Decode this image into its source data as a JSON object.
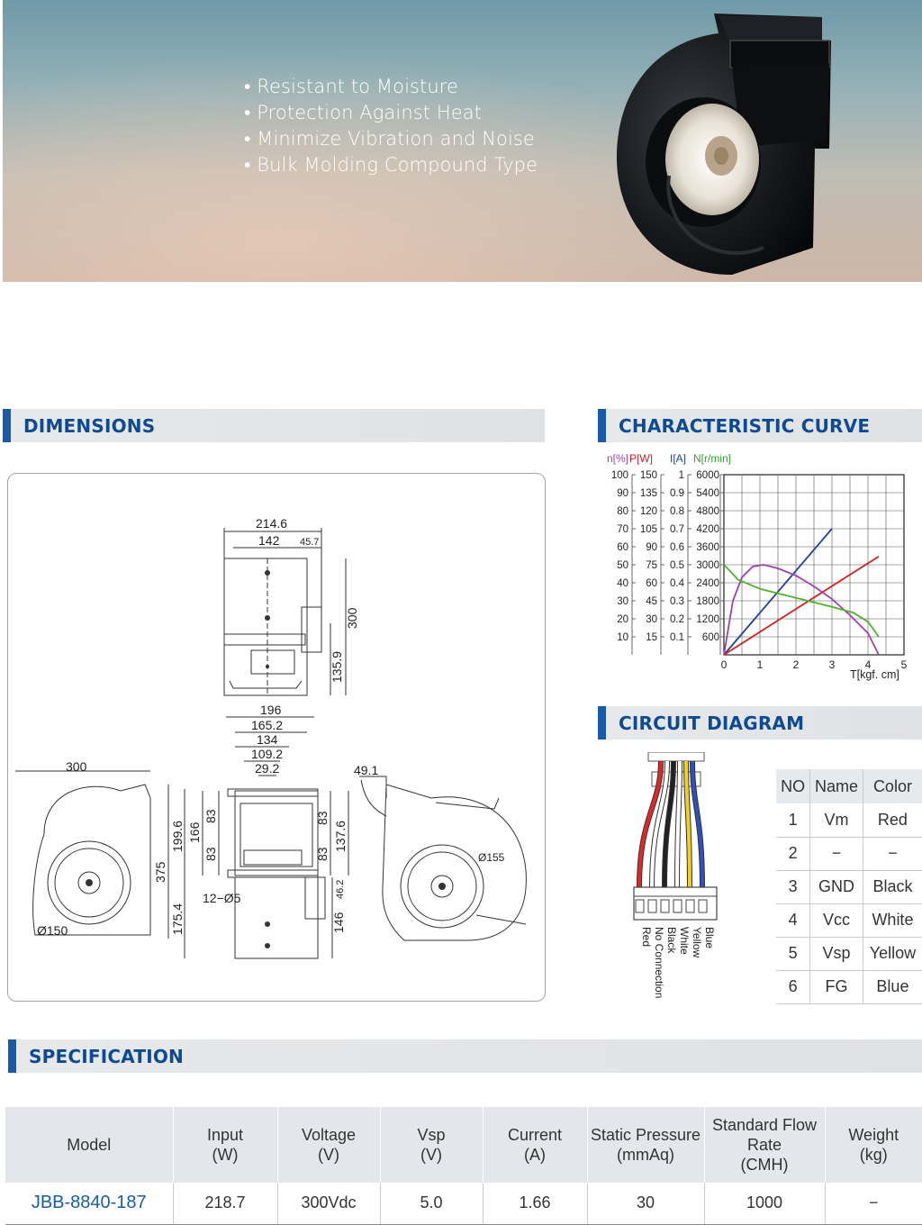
{
  "features": [
    "Resistant to Moisture",
    "Protection Against Heat",
    "Minimize Vibration and Noise",
    "Bulk Molding Compound Type"
  ],
  "sections": {
    "dimensions": "DIMENSIONS",
    "characteristic": "CHARACTERISTIC CURVE",
    "circuit": "CIRCUIT DIAGRAM",
    "specification": "SPECIFICATION"
  },
  "dimensions": {
    "top_view": [
      "214.6",
      "142",
      "45.7",
      "300",
      "135.9"
    ],
    "front_view": [
      "196",
      "165.2",
      "134",
      "109.2",
      "29.2",
      "199.6",
      "166",
      "83",
      "83",
      "83",
      "83",
      "137.6",
      "46.2",
      "146",
      "175.4",
      "12−Ø5"
    ],
    "left_view": [
      "300",
      "375",
      "Ø150"
    ],
    "right_view": [
      "49.1",
      "Ø155"
    ]
  },
  "chart_data": {
    "type": "line",
    "axis_headers": [
      {
        "text": "n[%]",
        "color": "#a040b0"
      },
      {
        "text": "P[W]",
        "color": "#d02020"
      },
      {
        "text": "I[A]",
        "color": "#2040a0"
      },
      {
        "text": "N[r/min]",
        "color": "#30a030"
      }
    ],
    "y_axes": [
      {
        "name": "n",
        "ticks": [
          "100",
          "90",
          "80",
          "70",
          "60",
          "50",
          "40",
          "30",
          "20",
          "10"
        ],
        "max": 100
      },
      {
        "name": "P",
        "ticks": [
          "150",
          "135",
          "120",
          "105",
          "90",
          "75",
          "60",
          "45",
          "30",
          "15"
        ],
        "max": 150
      },
      {
        "name": "I",
        "ticks": [
          "1",
          "0.9",
          "0.8",
          "0.7",
          "0.6",
          "0.5",
          "0.4",
          "0.3",
          "0.2",
          "0.1"
        ],
        "max": 1
      },
      {
        "name": "N",
        "ticks": [
          "6000",
          "5400",
          "4800",
          "4200",
          "3600",
          "3000",
          "2400",
          "1800",
          "1200",
          "600"
        ],
        "max": 6000
      }
    ],
    "x_ticks": [
      "0",
      "1",
      "2",
      "3",
      "4",
      "5"
    ],
    "xlabel": "T[kgf. cm]",
    "xlim": [
      0,
      5
    ],
    "grid": true,
    "series": [
      {
        "axis": "I",
        "color": "#2040a0",
        "points": [
          [
            0,
            0
          ],
          [
            3,
            0.7
          ]
        ]
      },
      {
        "axis": "P",
        "color": "#d02020",
        "points": [
          [
            0,
            0
          ],
          [
            4.3,
            82
          ]
        ]
      },
      {
        "axis": "n",
        "color": "#a040b0",
        "points": [
          [
            0,
            0
          ],
          [
            0.25,
            30
          ],
          [
            0.5,
            43
          ],
          [
            0.8,
            49
          ],
          [
            1.1,
            50
          ],
          [
            1.5,
            48
          ],
          [
            2,
            44
          ],
          [
            2.5,
            38
          ],
          [
            3,
            31
          ],
          [
            3.5,
            22
          ],
          [
            4,
            12
          ],
          [
            4.3,
            0
          ]
        ]
      },
      {
        "axis": "N",
        "color": "#50b030",
        "points": [
          [
            0,
            3000
          ],
          [
            0.4,
            2500
          ],
          [
            1,
            2200
          ],
          [
            2,
            1900
          ],
          [
            3,
            1600
          ],
          [
            3.6,
            1400
          ],
          [
            4,
            1100
          ],
          [
            4.3,
            600
          ]
        ]
      }
    ]
  },
  "circuit": {
    "wire_labels": [
      "Red",
      "No Connection",
      "Black",
      "White",
      "Yellow",
      "Blue"
    ],
    "wire_colors": [
      "#e02828",
      "#ffffff",
      "#222222",
      "#ffffff",
      "#f0d020",
      "#3050c0"
    ],
    "table_headers": [
      "NO",
      "Name",
      "Color"
    ],
    "rows": [
      [
        "1",
        "Vm",
        "Red"
      ],
      [
        "2",
        "−",
        "−"
      ],
      [
        "3",
        "GND",
        "Black"
      ],
      [
        "4",
        "Vcc",
        "White"
      ],
      [
        "5",
        "Vsp",
        "Yellow"
      ],
      [
        "6",
        "FG",
        "Blue"
      ]
    ]
  },
  "spec": {
    "headers": [
      [
        "Model"
      ],
      [
        "Input",
        "(W)"
      ],
      [
        "Voltage",
        "(V)"
      ],
      [
        "Vsp",
        "(V)"
      ],
      [
        "Current",
        "(A)"
      ],
      [
        "Static Pressure",
        "(mmAq)"
      ],
      [
        "Standard  Flow",
        "Rate",
        "(CMH)"
      ],
      [
        "Weight",
        "(kg)"
      ]
    ],
    "row": [
      "JBB-8840-187",
      "218.7",
      "300Vdc",
      "5.0",
      "1.66",
      "30",
      "1000",
      "−"
    ]
  },
  "colors": {
    "accent": "#1a5aa6",
    "header_bg": "#e3e7eb"
  }
}
